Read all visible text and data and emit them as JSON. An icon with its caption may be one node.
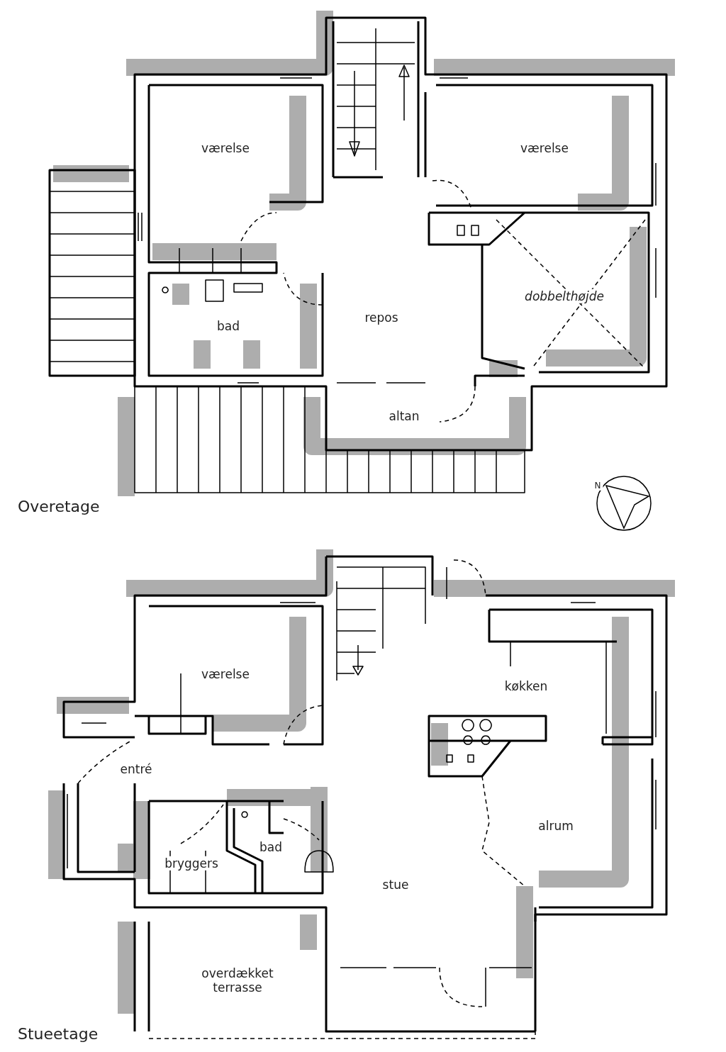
{
  "diagram": {
    "labels": [
      "værelse",
      "værelse",
      "dobbelthøjde",
      "bad",
      "repos",
      "altan",
      "Overetage",
      "N",
      "værelse",
      "køkken",
      "entré",
      "alrum",
      "bad",
      "bryggers",
      "stue",
      "overdækket terrasse",
      "Stueetage"
    ]
  }
}
